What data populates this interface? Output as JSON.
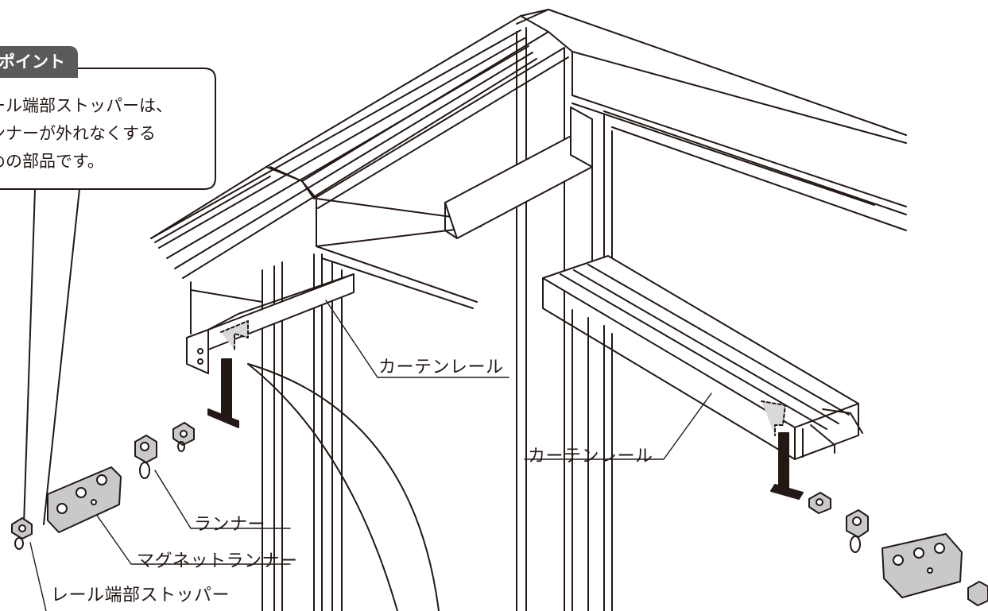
{
  "callout": {
    "badge": "ポイント",
    "lines": [
      "ール端部ストッパーは、",
      "ンナーが外れなくする",
      "めの部品です。"
    ]
  },
  "labels": {
    "curtain_rail_left": "カーテンレール",
    "curtain_rail_right": "カーテンレール",
    "runner": "ランナー",
    "magnet_runner": "マグネットランナー",
    "rail_end_stopper": "レール端部ストッパー"
  },
  "colors": {
    "line": "#231815",
    "badge": "#5a5a5a",
    "part_fill": "#c9c9c9",
    "hidden_fill": "#d9d9d9"
  }
}
